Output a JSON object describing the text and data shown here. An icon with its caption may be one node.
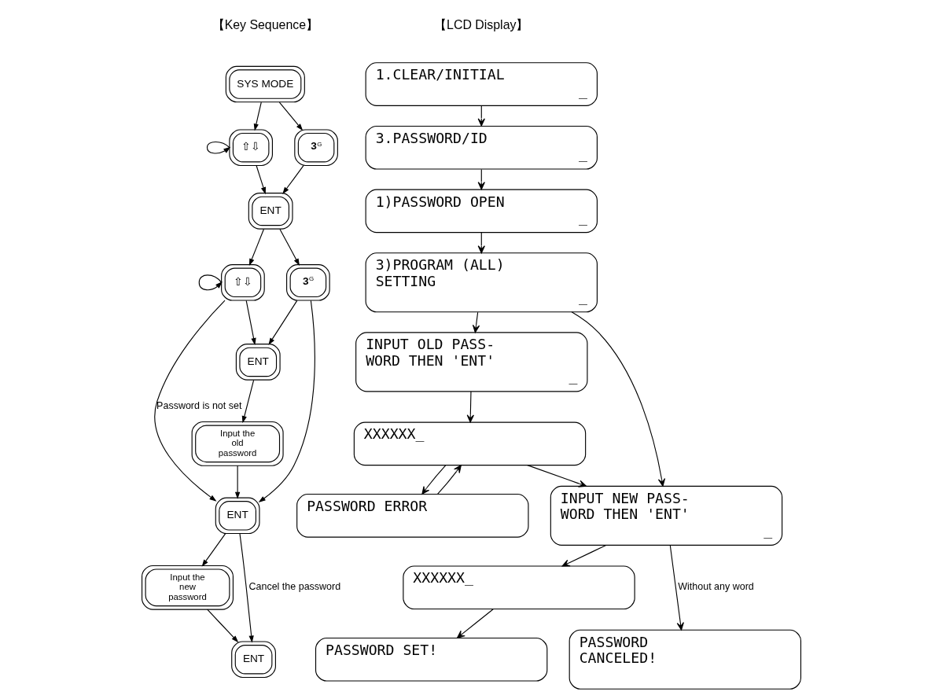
{
  "diagram": {
    "nodes": [
      {
        "text": [
          "SYS MODE"
        ]
      },
      {
        "text": [
          "⇧⇩"
        ]
      },
      {
        "text": [
          "3",
          "G"
        ]
      },
      {
        "text": [
          "ENT"
        ]
      },
      {
        "text": [
          "⇧⇩"
        ]
      },
      {
        "text": [
          "3",
          "G"
        ]
      },
      {
        "text": [
          "ENT"
        ]
      },
      {
        "text": [
          "Input the old password"
        ]
      },
      {
        "text": [
          "ENT"
        ]
      },
      {
        "text": [
          "Input the new password"
        ]
      },
      {
        "text": [
          "ENT"
        ]
      },
      {
        "text": [
          "1.CLEAR/INITIAL",
          "_"
        ]
      },
      {
        "text": [
          "3.PASSWORD/ID",
          "_"
        ]
      },
      {
        "text": [
          "1)PASSWORD OPEN",
          "_"
        ]
      },
      {
        "text": [
          "3)PROGRAM (ALL) SETTING",
          "_"
        ]
      },
      {
        "text": [
          "INPUT OLD PASS- WORD THEN 'ENT'",
          "_"
        ]
      },
      {
        "text": [
          "XXXXXX_"
        ]
      },
      {
        "text": [
          "INPUT NEW PASS- WORD THEN 'ENT'",
          "_"
        ]
      },
      {
        "text": [
          "PASSWORD ERROR"
        ]
      },
      {
        "text": [
          "XXXXXX_"
        ]
      },
      {
        "text": [
          "PASSWORD SET!"
        ]
      },
      {
        "text": [
          "PASSWORD CANCELED!"
        ]
      }
    ],
    "edges": [
      {
        "from": 0,
        "to": 1,
        "arrow": "to"
      },
      {
        "from": 0,
        "to": 2,
        "arrow": "to"
      },
      {
        "from": 1,
        "to": 1,
        "arrow": "to"
      },
      {
        "from": 1,
        "to": 3,
        "arrow": "to"
      },
      {
        "from": 2,
        "to": 3,
        "arrow": "to"
      },
      {
        "from": 3,
        "to": 4,
        "arrow": "to"
      },
      {
        "from": 3,
        "to": 5,
        "arrow": "to"
      },
      {
        "from": 4,
        "to": 4,
        "arrow": "to"
      },
      {
        "from": 4,
        "to": 6,
        "arrow": "to"
      },
      {
        "from": 5,
        "to": 6,
        "arrow": "to"
      },
      {
        "from": 4,
        "to": 8,
        "arrow": "to",
        "label": "Password is not set"
      },
      {
        "from": 5,
        "to": 8,
        "arrow": "to"
      },
      {
        "from": 6,
        "to": 7,
        "arrow": "to"
      },
      {
        "from": 7,
        "to": 8,
        "arrow": "to"
      },
      {
        "from": 8,
        "to": 9,
        "arrow": "to"
      },
      {
        "from": 8,
        "to": 10,
        "arrow": "to",
        "label": "Cancel the password"
      },
      {
        "from": 9,
        "to": 10,
        "arrow": "to"
      },
      {
        "from": 11,
        "to": 12,
        "arrow": "to"
      },
      {
        "from": 12,
        "to": 13,
        "arrow": "to"
      },
      {
        "from": 13,
        "to": 14,
        "arrow": "to"
      },
      {
        "from": 14,
        "to": 15,
        "arrow": "to"
      },
      {
        "from": 14,
        "to": 17,
        "arrow": "to"
      },
      {
        "from": 15,
        "to": 16,
        "arrow": "to"
      },
      {
        "from": 16,
        "to": 17,
        "arrow": "to"
      },
      {
        "from": 16,
        "to": 18,
        "arrow": "to"
      },
      {
        "from": 18,
        "to": 16,
        "arrow": "to"
      },
      {
        "from": 17,
        "to": 19,
        "arrow": "to"
      },
      {
        "from": 17,
        "to": 21,
        "arrow": "to",
        "label": "Without any word"
      },
      {
        "from": 19,
        "to": 20,
        "arrow": "to"
      }
    ],
    "labels": [
      "【Key Sequence】",
      "【LCD Display】"
    ]
  }
}
